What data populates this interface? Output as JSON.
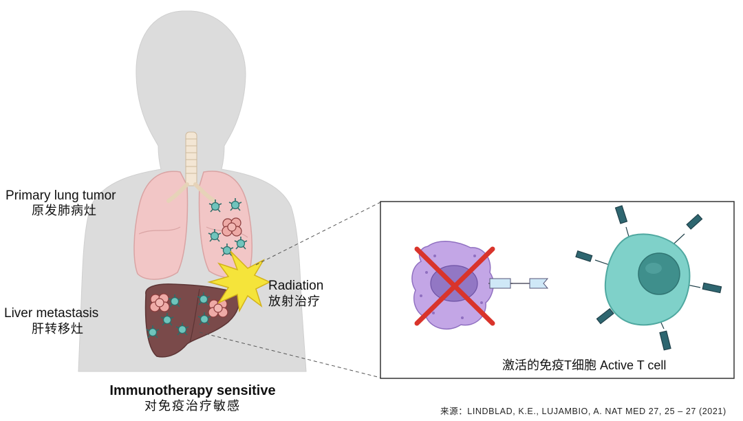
{
  "labels": {
    "primary_en": "Primary lung tumor",
    "primary_zh": "原发肺病灶",
    "liver_en": "Liver metastasis",
    "liver_zh": "肝转移灶",
    "radiation_en": "Radiation",
    "radiation_zh": "放射治疗",
    "tcell": "激活的免疫T细胞 Active T cell",
    "title_en": "Immunotherapy sensitive",
    "title_zh": "对免疫治疗敏感",
    "source": "来源：LINDBLAD, K.E., LUJAMBIO, A. NAT MED 27, 25 – 27 (2021)"
  },
  "colors": {
    "body": "#dcdcdc",
    "lung": "#f2c6c6",
    "liver": "#7a4a4a",
    "immune_cell": "#4fa8a0",
    "tumor": "#e8a0a0",
    "radiation": "#f5e43a",
    "suppressor_cell": "#c3a6e6",
    "cross": "#d9342b",
    "tcell_body": "#7fd1c9",
    "tcell_nucleus": "#3f8f8c",
    "receptor": "#2e6670"
  },
  "icons": [
    "human-silhouette",
    "lungs",
    "trachea",
    "liver",
    "tumor",
    "immune-cell",
    "radiation-burst",
    "suppressor-cell",
    "cross-mark",
    "t-cell",
    "receptor"
  ]
}
